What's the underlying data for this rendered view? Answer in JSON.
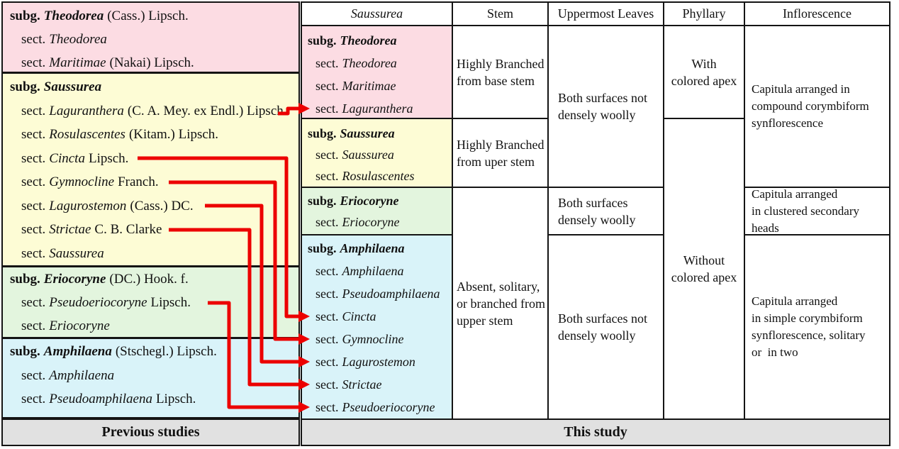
{
  "colors": {
    "pink": "#fcdce3",
    "yellow": "#fdfcd5",
    "green": "#e3f5de",
    "blue": "#d9f3f9",
    "footer_gray": "#e1e1e1",
    "arrow_red": "#ec0000",
    "border_black": "#141414"
  },
  "previous": {
    "footer": "Previous studies",
    "groups": [
      {
        "rows": [
          {
            "r": "subg.",
            "n": "Theodorea",
            "a": "(Cass.) Lipsch."
          },
          {
            "r": "sect.",
            "n": "Theodorea",
            "a": ""
          },
          {
            "r": "sect.",
            "n": "Maritimae",
            "a": "(Nakai) Lipsch."
          }
        ]
      },
      {
        "rows": [
          {
            "r": "subg.",
            "n": "Saussurea",
            "a": ""
          },
          {
            "r": "sect.",
            "n": "Laguranthera",
            "a": "(C. A. Mey. ex Endl.) Lipsch"
          },
          {
            "r": "sect.",
            "n": "Rosulascentes",
            "a": "(Kitam.) Lipsch."
          },
          {
            "r": "sect.",
            "n": "Cincta",
            "a": "Lipsch."
          },
          {
            "r": "sect.",
            "n": "Gymnocline",
            "a": "Franch."
          },
          {
            "r": "sect.",
            "n": "Lagurostemon",
            "a": "(Cass.) DC."
          },
          {
            "r": "sect.",
            "n": "Strictae",
            "a": "C. B. Clarke"
          },
          {
            "r": "sect.",
            "n": "Saussurea",
            "a": ""
          }
        ]
      },
      {
        "rows": [
          {
            "r": "subg.",
            "n": "Eriocoryne",
            "a": "(DC.) Hook. f."
          },
          {
            "r": "sect.",
            "n": "Pseudoeriocoryne",
            "a": "Lipsch."
          },
          {
            "r": "sect.",
            "n": "Eriocoryne",
            "a": ""
          }
        ]
      },
      {
        "rows": [
          {
            "r": "subg.",
            "n": "Amphilaena",
            "a": "(Stschegl.) Lipsch."
          },
          {
            "r": "sect.",
            "n": "Amphilaena",
            "a": ""
          },
          {
            "r": "sect.",
            "n": "Pseudoamphilaena",
            "a": "Lipsch."
          }
        ]
      }
    ]
  },
  "study": {
    "footer": "This study",
    "headers": {
      "taxa": "Saussurea",
      "stem": "Stem",
      "leaves": "Uppermost Leaves",
      "phyllary": "Phyllary",
      "inflorescence": "Inflorescence"
    },
    "groups": [
      {
        "rows": [
          {
            "r": "subg.",
            "n": "Theodorea"
          },
          {
            "r": "sect.",
            "n": "Theodorea"
          },
          {
            "r": "sect.",
            "n": "Maritimae"
          },
          {
            "r": "sect.",
            "n": "Laguranthera"
          }
        ]
      },
      {
        "rows": [
          {
            "r": "subg.",
            "n": "Saussurea"
          },
          {
            "r": "sect.",
            "n": "Saussurea"
          },
          {
            "r": "sect.",
            "n": "Rosulascentes"
          }
        ]
      },
      {
        "rows": [
          {
            "r": "subg.",
            "n": "Eriocoryne"
          },
          {
            "r": "sect.",
            "n": "Eriocoryne"
          }
        ]
      },
      {
        "rows": [
          {
            "r": "subg.",
            "n": "Amphilaena"
          },
          {
            "r": "sect.",
            "n": "Amphilaena"
          },
          {
            "r": "sect.",
            "n": "Pseudoamphilaena"
          },
          {
            "r": "sect.",
            "n": "Cincta"
          },
          {
            "r": "sect.",
            "n": "Gymnocline"
          },
          {
            "r": "sect.",
            "n": "Lagurostemon"
          },
          {
            "r": "sect.",
            "n": "Strictae"
          },
          {
            "r": "sect.",
            "n": "Pseudoeriocoryne"
          }
        ]
      }
    ],
    "stem": {
      "c1": "Highly Branched\nfrom base stem",
      "c2": "Highly Branched\nfrom uper stem",
      "c3": "Absent, solitary,\nor branched from\nupper stem"
    },
    "leaves": {
      "c1": "Both surfaces not\ndensely woolly",
      "c2": "Both surfaces\ndensely woolly",
      "c3": "Both surfaces not\ndensely woolly"
    },
    "phyllary": {
      "c1": "With\ncolored apex",
      "c2": "Without\ncolored apex"
    },
    "inflorescence": {
      "c1": "Capitula arranged in\ncompound corymbiform\nsynflorescence",
      "c2": "Capitula arranged\nin clustered secondary heads",
      "c3": "Capitula arranged\nin simple corymbiform\nsynflorescence, solitary\nor  in two"
    }
  }
}
